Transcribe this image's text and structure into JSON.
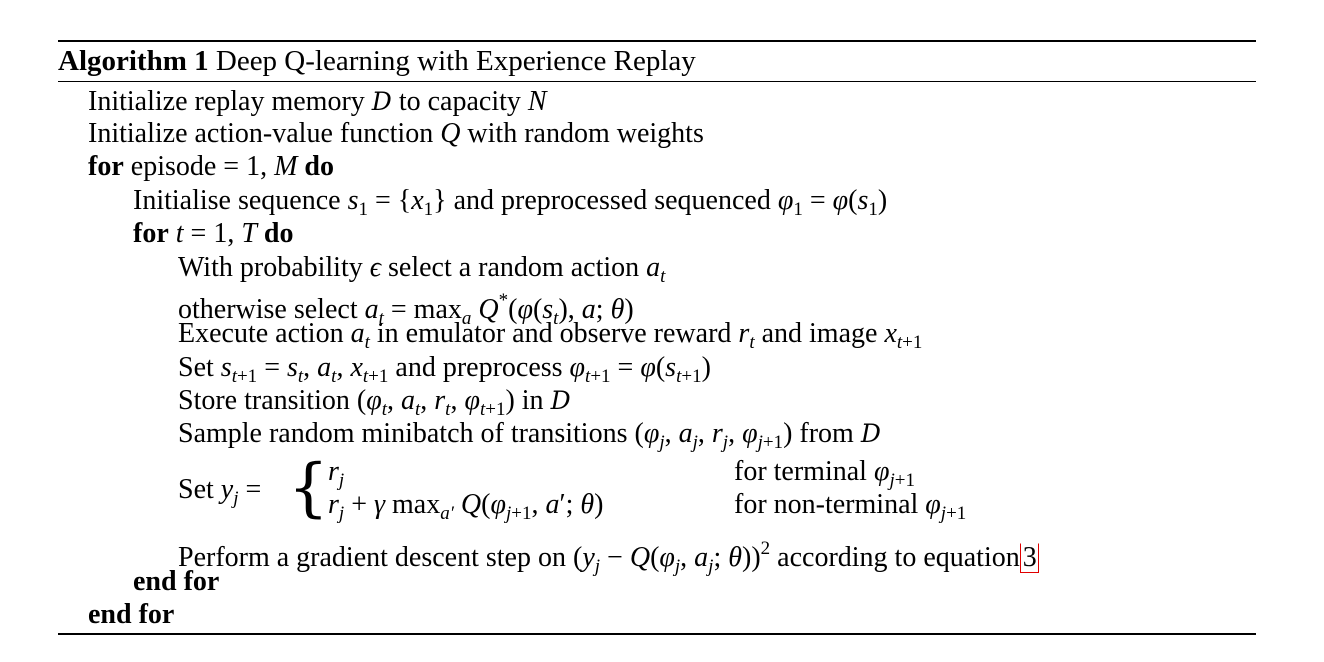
{
  "caption": {
    "label": "Algorithm 1",
    "title": "Deep Q-learning with Experience Replay"
  },
  "lines": {
    "l1": {
      "text": "Initialize replay memory",
      "mid": "to capacity",
      "sym_D": "D",
      "sym_N": "N"
    },
    "l2": {
      "pre": "Initialize action-value function",
      "sym_Q": "Q",
      "post": "with random weights"
    },
    "l3": {
      "kw1": "for",
      "text": "episode = 1,",
      "sym_M": "M",
      "kw2": "do"
    },
    "l4": {
      "pre": "Initialise sequence",
      "mid": "and preprocessed sequenced"
    },
    "l5": {
      "kw1": "for",
      "expr": "t = 1, T",
      "kw2": "do"
    },
    "l6": {
      "pre": "With probability",
      "sym": "ϵ",
      "post": "select a random action"
    },
    "l7": {
      "pre": "otherwise select"
    },
    "l8": {
      "pre": "Execute action",
      "mid1": "in emulator and observe reward",
      "mid2": "and image"
    },
    "l9": {
      "pre": "Set",
      "mid": "and preprocess"
    },
    "l10": {
      "pre": "Store transition",
      "post": "in"
    },
    "l11": {
      "pre": "Sample random minibatch of transitions",
      "post": "from"
    },
    "l12": {
      "pre": "Set",
      "case1": "for terminal",
      "case2": "for non-terminal"
    },
    "l13": {
      "pre": "Perform a gradient descent step on",
      "post": "according to equation",
      "ref": "3"
    },
    "l14": {
      "kw": "end for"
    },
    "l15": {
      "kw": "end for"
    }
  }
}
